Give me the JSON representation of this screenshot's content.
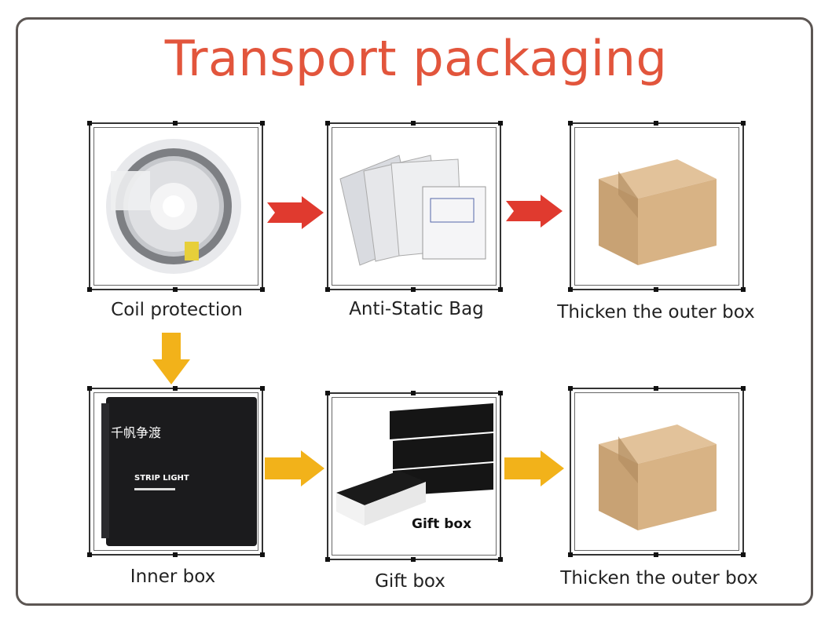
{
  "title": "Transport packaging",
  "steps": [
    {
      "label": "Coil protection"
    },
    {
      "label": "Anti-Static Bag"
    },
    {
      "label": "Thicken the outer box"
    },
    {
      "label": "Inner box"
    },
    {
      "label": "Gift box"
    },
    {
      "label": "Thicken the outer box"
    }
  ],
  "inner_box": {
    "brand": "千帆争渡",
    "product": "STRIP LIGHT"
  },
  "gift_box_caption": "Gift box",
  "colors": {
    "title": "#e2553c",
    "red_arrow": "#e03a2f",
    "yellow_arrow": "#f2b21a",
    "frame": "#5c5653"
  }
}
